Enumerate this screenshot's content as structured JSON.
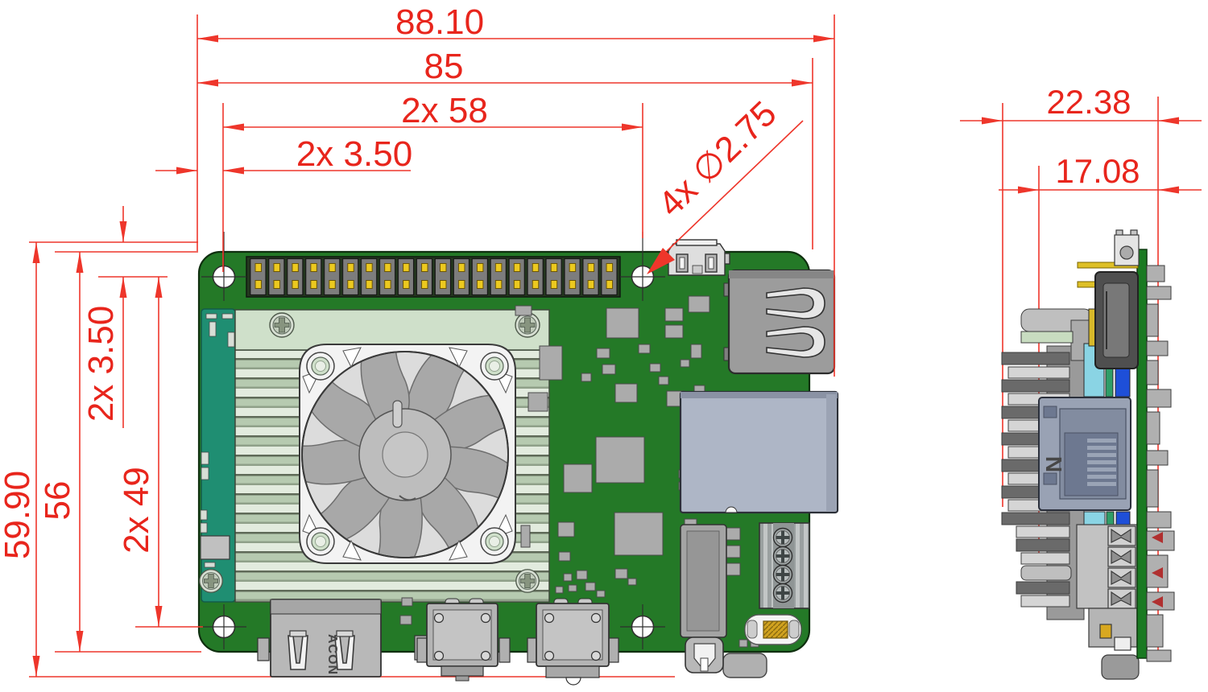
{
  "drawing": {
    "type": "mechanical-dimension-drawing",
    "views": [
      "top-view-board",
      "side-view-board"
    ],
    "dimensions": {
      "overall_width": "88.10",
      "pcb_width": "85",
      "hole_spacing_horizontal": "2x 58",
      "hole_edge_offset_horizontal": "2x 3.50",
      "hole_diameter": "4x ∅2.75",
      "hole_edge_offset_vertical": "2x 3.50",
      "hole_spacing_vertical": "2x 49",
      "pcb_height": "56",
      "overall_height": "59.90",
      "side_overall_depth": "22.38",
      "side_component_depth": "17.08"
    },
    "component_labels": {
      "usb_connector_brand": "ACON",
      "ethernet_jack_marking": "N"
    },
    "colors": {
      "dimension_red": "#e8251c",
      "pcb_green": "#247927",
      "pcb_teal": "#1f8e72",
      "heatsink_mint": "#cfe0ca",
      "component_gray": "#b5b5b5",
      "module_blue_gray": "#aeb6c6",
      "pin_yellow": "#ecc91f",
      "background": "#ffffff"
    }
  }
}
